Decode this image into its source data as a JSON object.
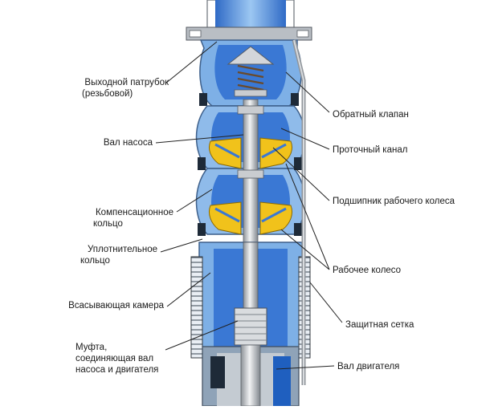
{
  "diagram": {
    "labels_left": [
      {
        "id": "outlet",
        "lines": [
          "Выходной патрубок",
          "(резьбовой)"
        ]
      },
      {
        "id": "shaft",
        "lines": [
          "Вал насоса"
        ]
      },
      {
        "id": "comp-ring",
        "lines": [
          "Компенсационное",
          "кольцо"
        ]
      },
      {
        "id": "seal-ring",
        "lines": [
          "Уплотнительное",
          "кольцо"
        ]
      },
      {
        "id": "suction",
        "lines": [
          "Всасывающая камера"
        ]
      },
      {
        "id": "coupling",
        "lines": [
          "Муфта,",
          "соединяющая вал",
          "насоса и двигателя"
        ]
      }
    ],
    "labels_right": [
      {
        "id": "check-valve",
        "lines": [
          "Обратный клапан"
        ]
      },
      {
        "id": "flow-channel",
        "lines": [
          "Проточный канал"
        ]
      },
      {
        "id": "bearing",
        "lines": [
          "Подшипник рабочего колеса"
        ]
      },
      {
        "id": "impeller",
        "lines": [
          "Рабочее колесо"
        ]
      },
      {
        "id": "screen",
        "lines": [
          "Защитная сетка"
        ]
      },
      {
        "id": "motor-shaft",
        "lines": [
          "Вал двигателя"
        ]
      }
    ],
    "colors": {
      "water": "#3a78d4",
      "water_light": "#7fb2ea",
      "casing": "#9fc4ea",
      "metal": "#c9ccd0",
      "metal_dark": "#5a5f66",
      "impeller": "#f1c21b",
      "impeller_dark": "#b98a00",
      "leader": "#222222"
    }
  }
}
